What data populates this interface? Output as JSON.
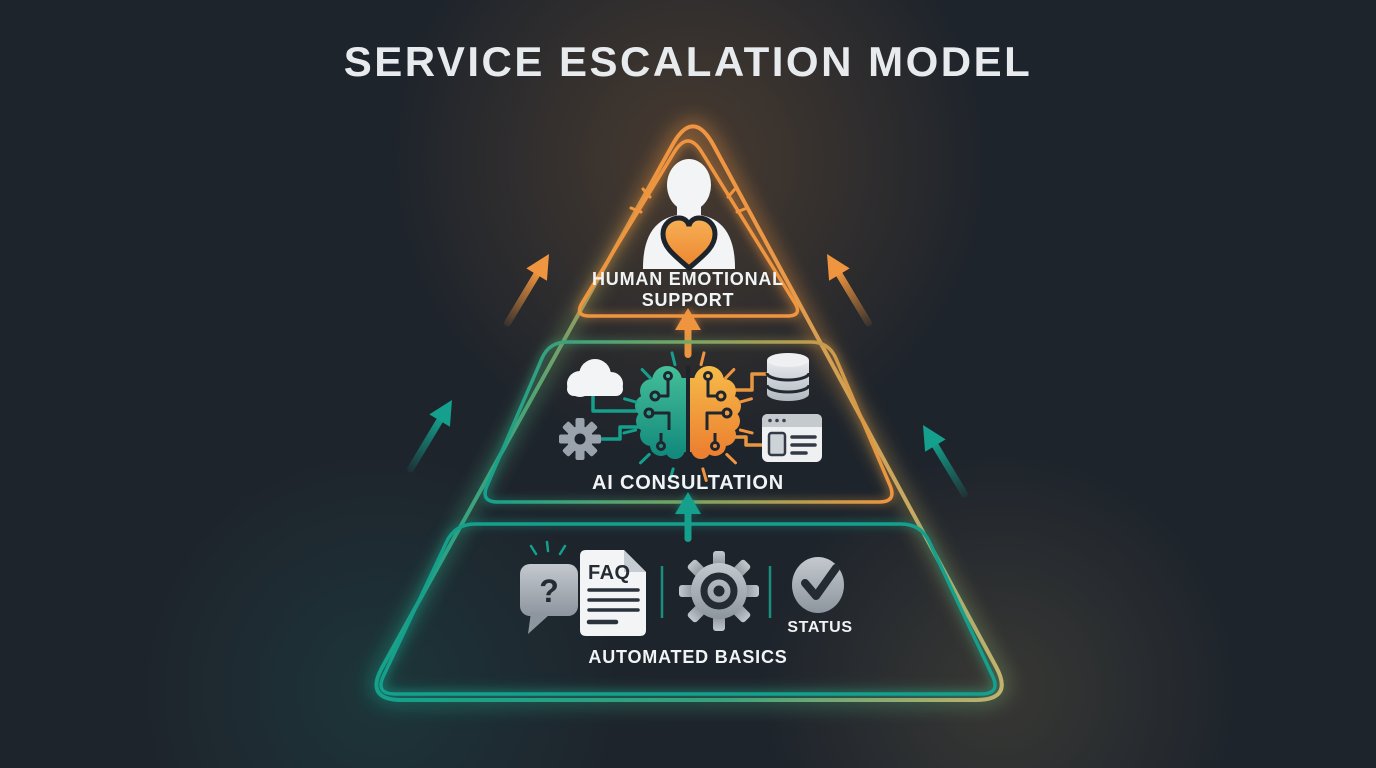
{
  "title": "SERVICE ESCALATION MODEL",
  "pyramid": {
    "tiers": [
      {
        "id": "top",
        "label": "HUMAN EMOTIONAL SUPPORT",
        "label_lines": [
          "HUMAN EMOTIONAL",
          "SUPPORT"
        ],
        "icons": [
          "person-with-heart-icon"
        ],
        "border_color": "#f0953f"
      },
      {
        "id": "middle",
        "label": "AI CONSULTATION",
        "icons": [
          "cloud-icon",
          "gear-icon",
          "ai-brain-circuit-icon",
          "database-icon",
          "browser-window-icon"
        ],
        "border_colors": [
          "#14a08c",
          "#f0953f"
        ]
      },
      {
        "id": "bottom",
        "label": "AUTOMATED BASICS",
        "faq_label": "FAQ",
        "status_label": "STATUS",
        "icons": [
          "question-chat-bubble-icon",
          "faq-document-icon",
          "gear-icon",
          "status-check-icon"
        ],
        "border_color": "#14a08c"
      }
    ],
    "escalation_arrows": {
      "bottom_to_middle": "teal-up-arrow",
      "middle_to_top": "orange-up-arrow",
      "left_side": [
        "orange-diagonal-up-arrow",
        "teal-diagonal-up-arrow"
      ],
      "right_side": [
        "orange-diagonal-up-arrow",
        "teal-diagonal-up-arrow"
      ]
    }
  },
  "colors": {
    "background": "#1e242c",
    "teal": "#14a08c",
    "orange": "#f0953f",
    "gold": "#d6b167",
    "text": "#f1f3f4",
    "icon_gray": "#9aa3ac",
    "icon_light": "#f2f4f6",
    "dark_detail": "#242b33"
  }
}
